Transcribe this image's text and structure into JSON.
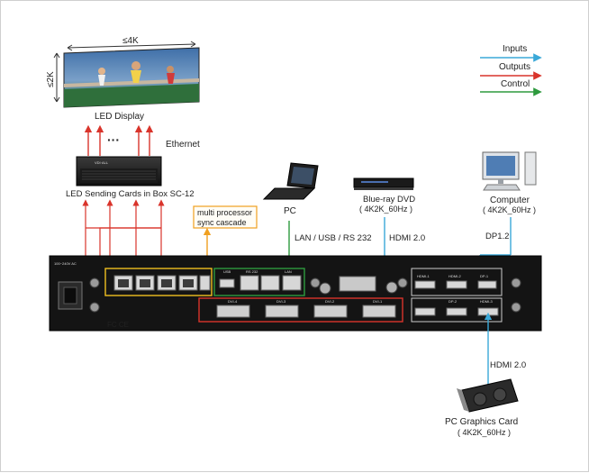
{
  "legend": [
    {
      "label": "Inputs",
      "color": "#3aa8d8"
    },
    {
      "label": "Outputs",
      "color": "#d9342b"
    },
    {
      "label": "Control",
      "color": "#2e9a3e"
    }
  ],
  "display": {
    "width_label": "≤4K",
    "height_label": "≤2K",
    "caption": "LED  Display"
  },
  "sending_cards": {
    "caption": "LED Sending Cards in Box SC-12",
    "ellipsis": "···",
    "ethernet_label": "Ethernet",
    "box_brand": "VDI·ALL"
  },
  "cascade_note": {
    "line1": "multi processor",
    "line2": "sync cascade"
  },
  "pc": {
    "caption": "PC",
    "link_label": "LAN / USB / RS 232"
  },
  "bluray": {
    "caption": "Blue-ray DVD",
    "spec": "( 4K2K_60Hz )",
    "link_label": "HDMI 2.0"
  },
  "computer": {
    "caption": "Computer",
    "spec": "( 4K2K_60Hz )",
    "link_label": "DP1.2"
  },
  "graphics_card": {
    "caption": "PC Graphics Card",
    "spec": "( 4K2K_60Hz )",
    "link_label": "HDMI 2.0"
  },
  "processor": {
    "power_label": "100~240V AC",
    "port_labels": [
      "DVI-4",
      "DVI-3",
      "DVI-2",
      "DVI-1",
      "HDMI-1",
      "HDMI-2",
      "DP-1",
      "DP-2",
      "HDMI-3",
      "USB",
      "RS 232",
      "LAN"
    ],
    "cert_marks": "FC CE"
  }
}
